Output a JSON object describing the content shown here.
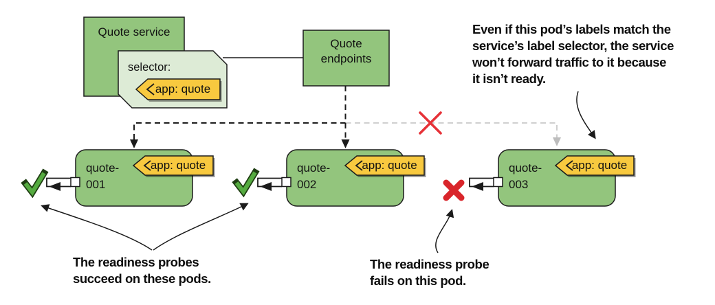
{
  "service": {
    "label": "Quote service"
  },
  "selector": {
    "label": "selector:",
    "tag": "app: quote"
  },
  "endpoints": {
    "line1": "Quote",
    "line2": "endpoints"
  },
  "pods": [
    {
      "name": "quote-",
      "number": "001",
      "tag": "app: quote",
      "status": "ready"
    },
    {
      "name": "quote-",
      "number": "002",
      "tag": "app: quote",
      "status": "ready"
    },
    {
      "name": "quote-",
      "number": "003",
      "tag": "app: quote",
      "status": "not-ready"
    }
  ],
  "annotations": {
    "top_right": {
      "lines": [
        "Even if this pod’s labels match the",
        "service’s label selector, the service",
        "won’t forward traffic to it because",
        "it isn’t ready."
      ]
    },
    "bottom_left": {
      "lines": [
        "The readiness probes",
        "succeed on these pods."
      ]
    },
    "bottom_right": {
      "lines": [
        "The readiness probe",
        "fails on this pod."
      ]
    }
  },
  "icons": {
    "ready_marks": "check-icon",
    "failed_mark": "cross-icon",
    "broken_link": "cross-icon",
    "label_tags": "tag-icon",
    "probe_port": "port-square-icon"
  },
  "colors": {
    "box_green": "#93C57D",
    "selector_green": "#DDEBD6",
    "tag_yellow": "#F8C93F",
    "check_green": "#55AB40",
    "cross_red": "#D9252B",
    "line_red": "#E63137",
    "gray_dash": "#CFCFCF",
    "outline": "#1B1B1B"
  }
}
